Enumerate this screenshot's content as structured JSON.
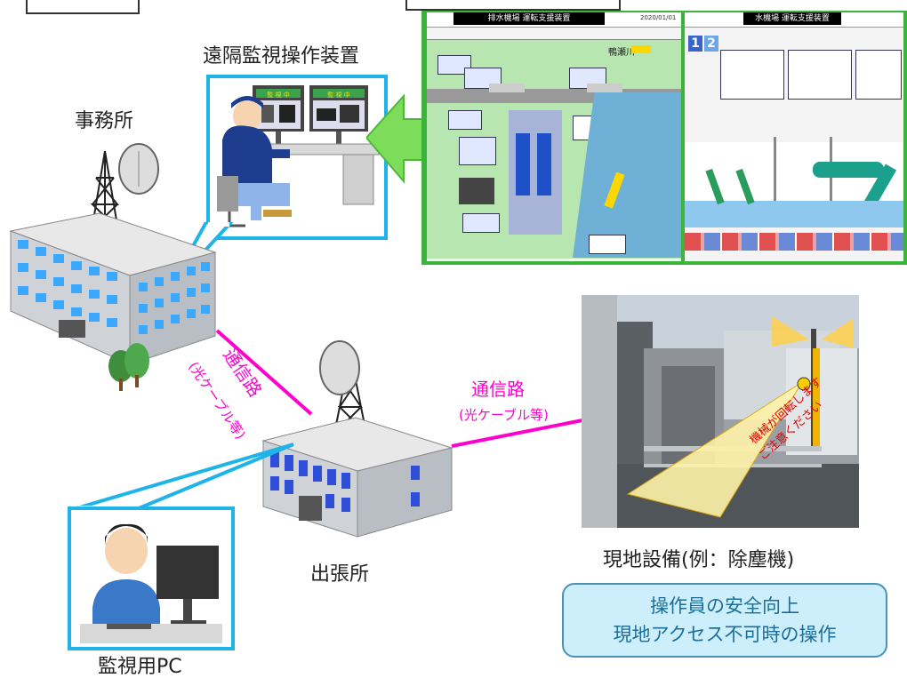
{
  "labels": {
    "remote_device": "遠隔監視操作装置",
    "office": "事務所",
    "branch_office": "出張所",
    "monitor_pc": "監視用PC",
    "site_equipment": "現地設備(例：除塵機)"
  },
  "comm_paths": [
    {
      "title": "通信路",
      "sub": "(光ケーブル等)"
    },
    {
      "title": "通信路",
      "sub": "(光ケーブル等)"
    }
  ],
  "operator_screen": {
    "sign_left": "監 視 中",
    "sign_right": "監 視 中"
  },
  "scada_screens": {
    "left": {
      "title": "排水機場 運転支援装置",
      "flow_label": "鴨瀬川",
      "date": "2020/01/01"
    },
    "right": {
      "title": "水機場 運転支援装置",
      "tabs": [
        "1",
        "2"
      ]
    }
  },
  "site_photo": {
    "warning_line1": "機械が回転します",
    "warning_line2": "ご注意ください"
  },
  "benefits": [
    "操作員の安全向上",
    "現地アクセス不可時の操作"
  ],
  "colors": {
    "bubble": "#1eb4ea",
    "link": "#ff00cc",
    "arrow": "#7ddc5a",
    "panel_border": "#3cb43c"
  }
}
